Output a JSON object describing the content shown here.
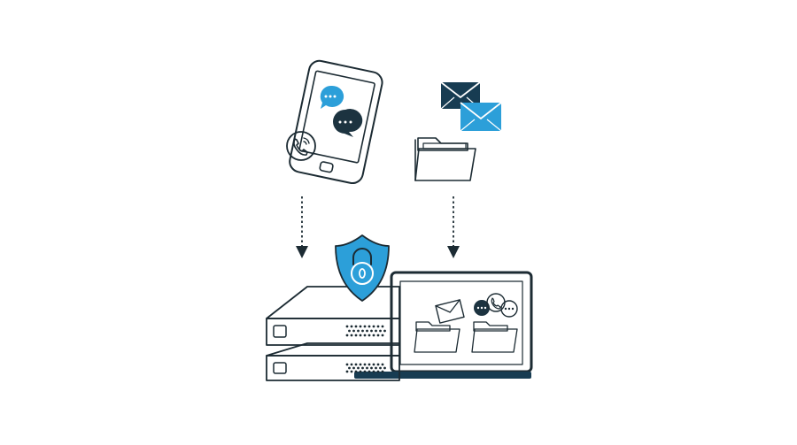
{
  "colors": {
    "background": "#ffffff",
    "outline": "#1c2b33",
    "accent_blue": "#2c9fd9",
    "dark_navy": "#173c52",
    "light_blue": "#4fb3e6"
  },
  "diagram": {
    "source_left": {
      "device": "smartphone-icon",
      "contents": [
        "chat-bubble-icon",
        "chat-bubble-icon",
        "phone-call-icon"
      ]
    },
    "source_right": {
      "contents": [
        "envelope-icon",
        "envelope-icon",
        "folder-icon"
      ]
    },
    "connectors": [
      {
        "from": "source_left",
        "to": "server",
        "style": "dotted-arrow-down"
      },
      {
        "from": "source_right",
        "to": "laptop",
        "style": "dotted-arrow-down"
      }
    ],
    "target": {
      "server": {
        "units": 2,
        "overlay": "shield-lock-icon"
      },
      "laptop": {
        "contents": [
          "folder-icon",
          "envelope-icon",
          "folder-icon",
          "chat-bubble-icon",
          "phone-call-icon"
        ]
      }
    }
  }
}
